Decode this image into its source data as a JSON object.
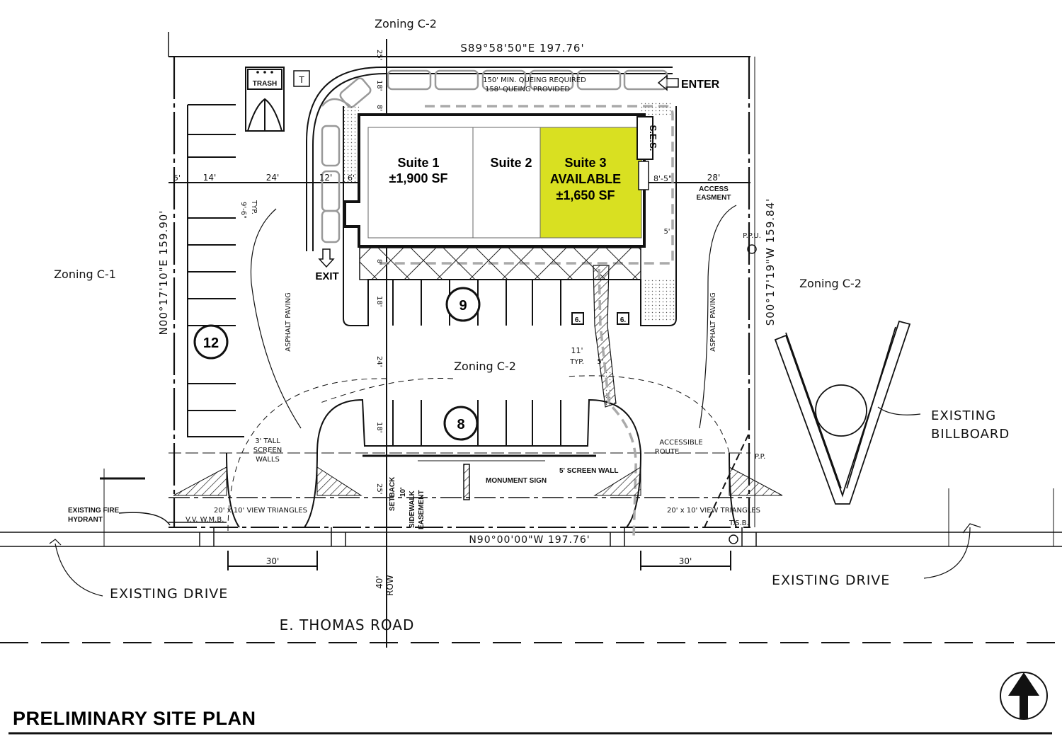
{
  "title": "PRELIMINARY SITE PLAN",
  "zoning": {
    "north": "Zoning C-2",
    "west": "Zoning C-1",
    "east": "Zoning C-2",
    "center": "Zoning C-2"
  },
  "bearings": {
    "north": "S89°58'50\"E 197.76'",
    "south": "N90°00'00\"W 197.76'",
    "west": "N00°17'10\"E 159.90'",
    "east": "S00°17'19\"W 159.84'"
  },
  "suites": [
    {
      "name": "Suite 1",
      "area": "±1,900 SF"
    },
    {
      "name": "Suite 2",
      "area": ""
    },
    {
      "name": "Suite 3",
      "status": "AVAILABLE",
      "area": "±1,650 SF"
    }
  ],
  "parking_counts": [
    "12",
    "9",
    "8"
  ],
  "accessible_counts": [
    "6.",
    "6."
  ],
  "labels": {
    "trash": "TRASH",
    "transformer": "T",
    "ses": "S.E.S.",
    "enter": "ENTER",
    "exit": "EXIT",
    "queue_required": "150' MIN. QUEING REQUIRED",
    "queue_provided": "158' QUEING PROVIDED",
    "access_easement_1": "ACCESS",
    "access_easement_2": "EASMENT",
    "asphalt_paving": "ASPHALT PAVING",
    "screen_walls_1": "3' TALL",
    "screen_walls_2": "SCREEN",
    "screen_walls_3": "WALLS",
    "screen_wall_5": "5' SCREEN WALL",
    "monument_sign": "MONUMENT SIGN",
    "accessible_route_1": "ACCESSIBLE",
    "accessible_route_2": "ROUTE",
    "view_triangles": "20' x 10' VIEW TRIANGLES",
    "fire_hydrant_1": "EXISTING FIRE",
    "fire_hydrant_2": "HYDRANT",
    "vv_wmb": "V.V. W.M.B.",
    "setback": "SETBACK",
    "sidewalk_1": "10'",
    "sidewalk_2": "SIDEWALK",
    "sidewalk_3": "EASEMENT",
    "row_1": "40'",
    "row_2": "ROW",
    "billboard_1": "EXISTING",
    "billboard_2": "BILLBOARD",
    "existing_drive": "EXISTING DRIVE",
    "road": "E. THOMAS ROAD",
    "ppu": "P.P.U.",
    "pp": "P.P.",
    "tsb": "T.S.B.",
    "typ": "TYP."
  },
  "dimensions": {
    "d5": "5'",
    "d14": "14'",
    "d24": "24'",
    "d12": "12'",
    "d6": "6'",
    "d8_5": "8'-5\"",
    "d28": "28'",
    "d9_6": "9'-6\"",
    "d11": "11'",
    "d5b": "5'",
    "d30_left": "30'",
    "d30_right": "30'",
    "d25": "25'",
    "d18": "18'",
    "d24b": "24'",
    "d18b": "18'",
    "d8": "8'",
    "d25b": "25'"
  },
  "colors": {
    "available_fill": "#d9e021",
    "line": "#111111",
    "ghost": "#9a9a9a"
  },
  "icons": [
    "north-arrow-icon",
    "exit-arrow-icon",
    "enter-arrow-icon"
  ]
}
